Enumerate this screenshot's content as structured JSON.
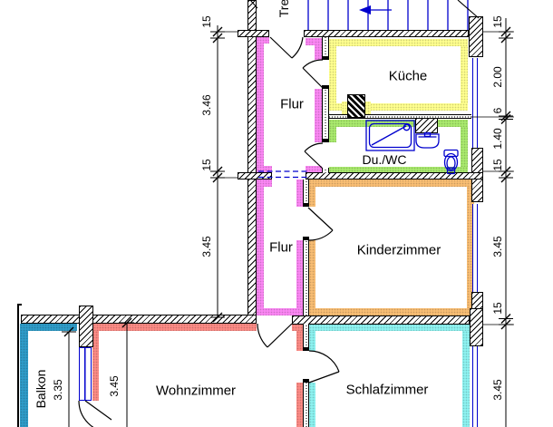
{
  "rooms": {
    "kueche": "Küche",
    "flur_upper": "Flur",
    "duwc": "Du./WC",
    "kinderzimmer": "Kinderzimmer",
    "flur_lower": "Flur",
    "wohnzimmer": "Wohnzimmer",
    "schlafzimmer": "Schlafzimmer",
    "balkon": "Balkon",
    "stairwell_partial": "Tre"
  },
  "dimensions": {
    "left": [
      "15",
      "3.46",
      "15",
      "3.45"
    ],
    "right": [
      "15",
      "2.00",
      "6",
      "1.40",
      "15",
      "3.45",
      "15",
      "3.45"
    ],
    "bottom": [
      "3.35",
      "3.45"
    ]
  },
  "colors": {
    "blue": "#0000cd",
    "flur": "#fa86f3",
    "kueche": "#ffff8e",
    "duwc": "#a9e96d",
    "kinder": "#f8bd73",
    "wohn": "#fb8a84",
    "schlaf": "#8df2f0",
    "balkon": "#2f9bc8"
  }
}
